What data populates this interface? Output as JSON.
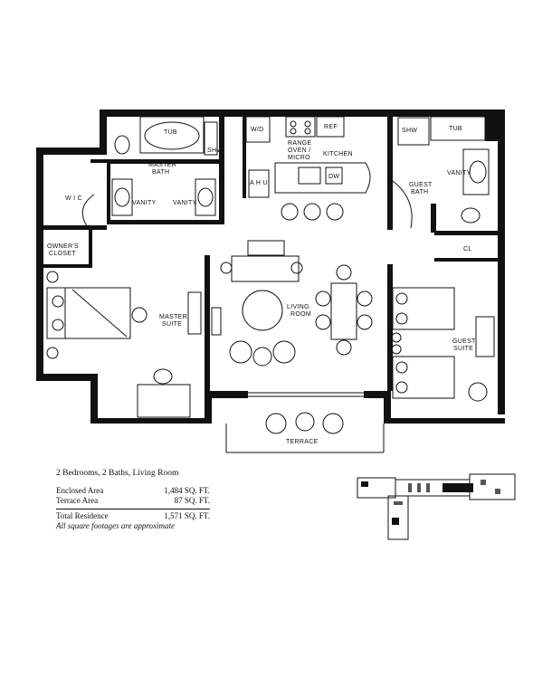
{
  "rooms": {
    "tub": "TUB",
    "wd": "W/D",
    "range": "RANGE",
    "oven": "OVEN /",
    "micro": "MICRO",
    "ref": "REF",
    "kitchen": "KITCHEN",
    "shw": "SHW",
    "master_bath_1": "MASTER",
    "master_bath_2": "BATH",
    "vanity": "VANITY",
    "wic": "W I C",
    "owners_closet_1": "OWNER'S",
    "owners_closet_2": "CLOSET",
    "ahu": "A H U",
    "dw": "DW",
    "guest_tub": "TUB",
    "guest_shw": "SHW",
    "guest_vanity": "VANITY",
    "guest_bath_1": "GUEST",
    "guest_bath_2": "BATH",
    "cl": "CL",
    "master_suite_1": "MASTER",
    "master_suite_2": "SUITE",
    "living_1": "LIVING",
    "living_2": "ROOM",
    "guest_suite_1": "GUEST",
    "guest_suite_2": "SUITE",
    "terrace": "TERRACE"
  },
  "summary": {
    "headline": "2 Bedrooms, 2 Baths, Living Room",
    "enclosed_label": "Enclosed Area",
    "enclosed_value": "1,484 SQ. FT.",
    "terrace_label": "Terrace Area",
    "terrace_value": "87 SQ. FT.",
    "total_label": "Total Residence",
    "total_value": "1,571 SQ. FT.",
    "note": "All square footages are approximate"
  }
}
